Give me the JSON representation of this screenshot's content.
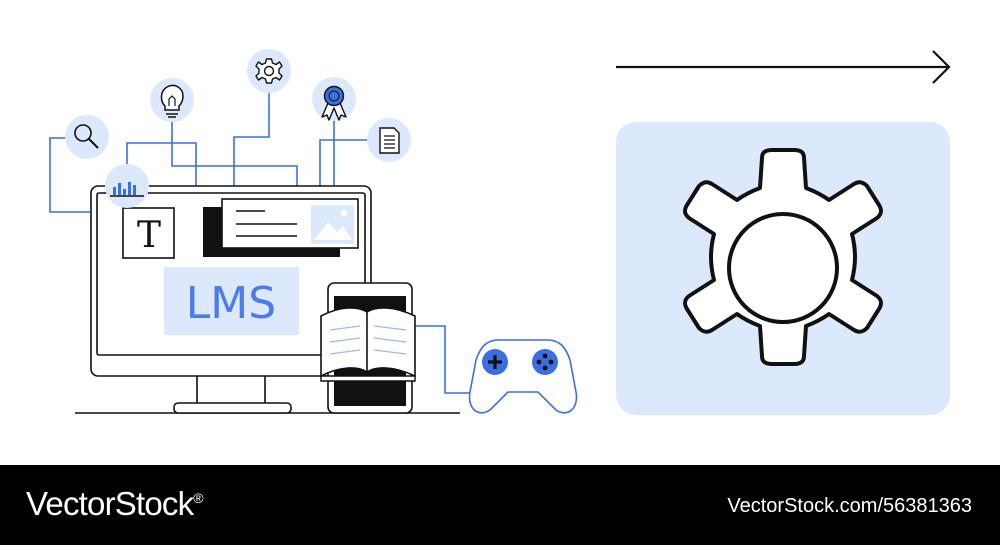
{
  "illustration": {
    "screen_label": "LMS",
    "text_tile_letter": "T",
    "icons": {
      "search": "search-icon",
      "idea": "lightbulb-icon",
      "settings": "gear-icon",
      "award": "ribbon-award-icon",
      "document": "document-icon",
      "analytics": "bar-chart-icon",
      "media": "image-icon",
      "book": "open-book-icon",
      "game": "gamepad-icon",
      "direction": "arrow-right-icon",
      "feature": "large-gear-icon"
    },
    "colors": {
      "accent": "#3b6fe0",
      "accent_light": "#dce8fb",
      "line": "#111111",
      "lms_text": "#4a7de8"
    }
  },
  "footer": {
    "brand": "VectorStock",
    "brand_mark": "®",
    "image_id": "VectorStock.com/56381363"
  }
}
